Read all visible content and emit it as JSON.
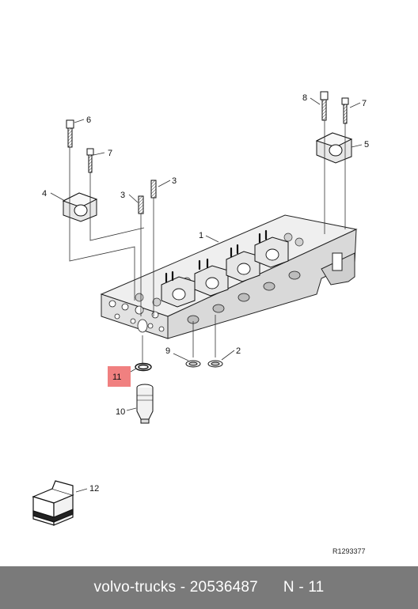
{
  "diagram": {
    "callouts": {
      "c1": "1",
      "c2": "2",
      "c3a": "3",
      "c3b": "3",
      "c4": "4",
      "c5": "5",
      "c6": "6",
      "c7a": "7",
      "c7b": "7",
      "c8": "8",
      "c9": "9",
      "c10": "10",
      "c11": "11",
      "c12": "12"
    },
    "highlight_color": "#f08080",
    "reference_code": "R1293377"
  },
  "footer": {
    "part_label": "volvo-trucks - 20536487",
    "position_label": "N - 11"
  }
}
